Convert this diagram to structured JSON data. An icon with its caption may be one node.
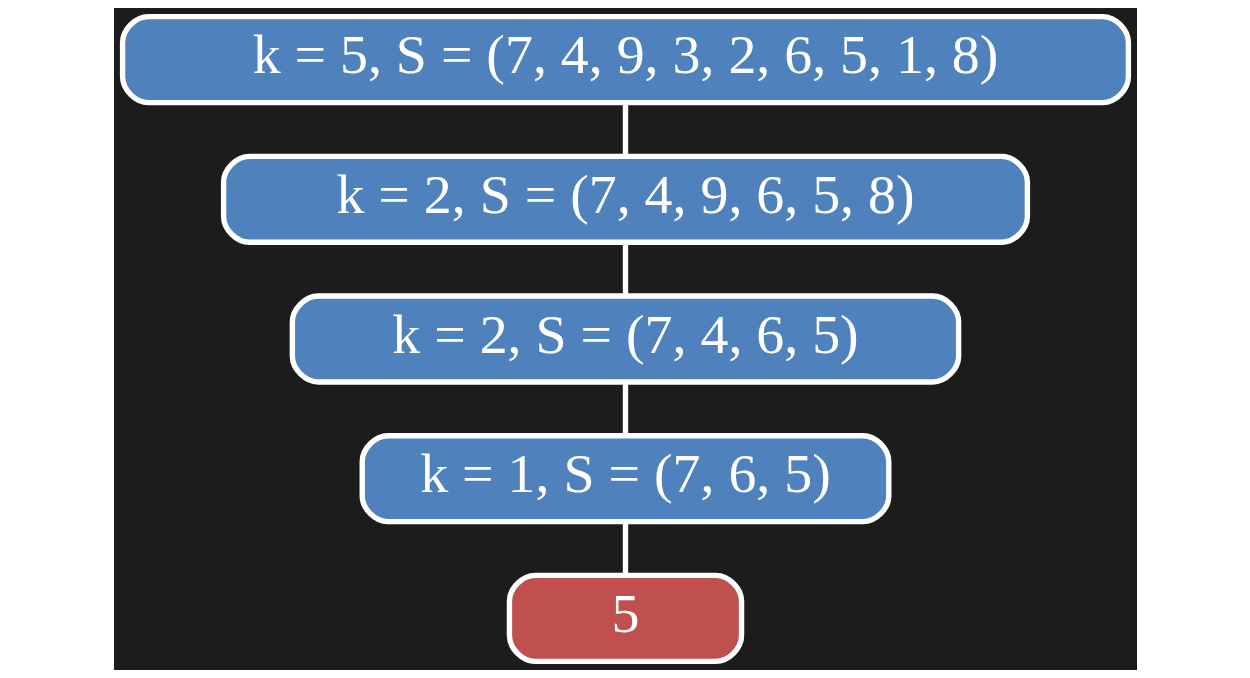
{
  "diagram": {
    "nodes": [
      {
        "text": [
          "k = 5, S = (7, 4, 9, 3, 2, 6, 5, 1, 8)"
        ]
      },
      {
        "text": [
          "k = 2, S = (7, 4, 9, 6, 5, 8)"
        ]
      },
      {
        "text": [
          "k = 2, S = (7, 4, 6, 5)"
        ]
      },
      {
        "text": [
          "k = 1, S = (7, 6, 5)"
        ]
      },
      {
        "text": [
          "5"
        ]
      }
    ],
    "edges": [
      {
        "from": 0,
        "to": 1,
        "arrow": "none"
      },
      {
        "from": 1,
        "to": 2,
        "arrow": "none"
      },
      {
        "from": 2,
        "to": 3,
        "arrow": "none"
      },
      {
        "from": 3,
        "to": 4,
        "arrow": "none"
      }
    ]
  }
}
